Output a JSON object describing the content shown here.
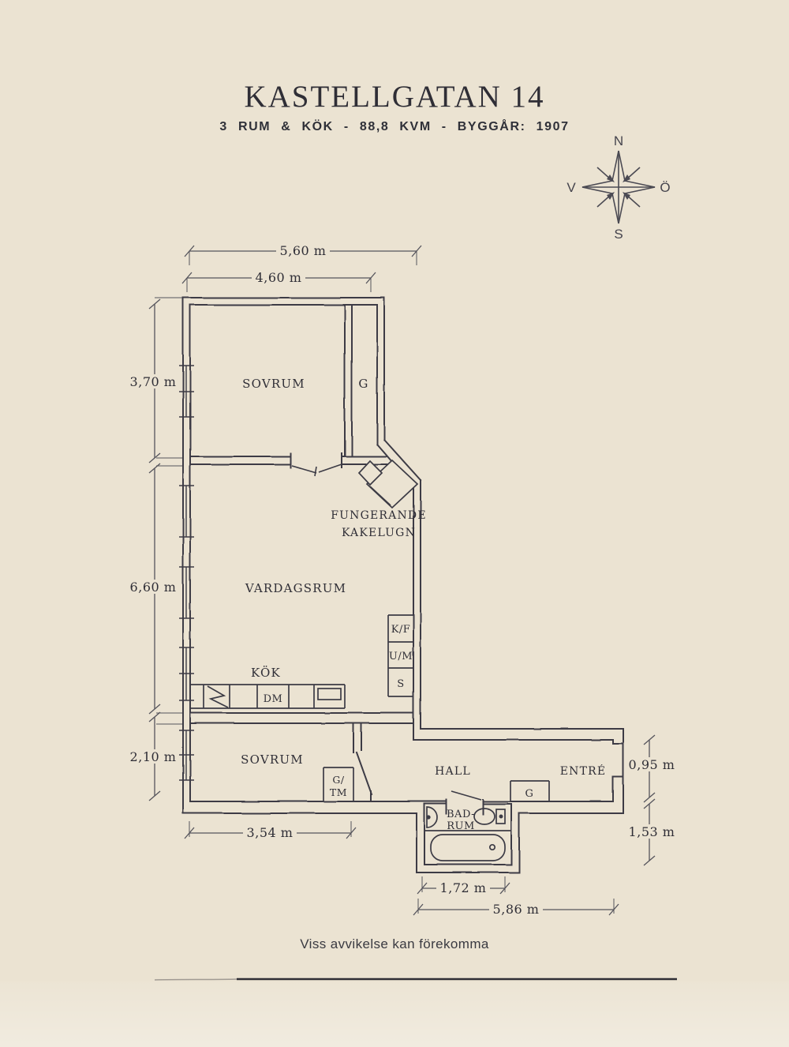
{
  "meta": {
    "title": "KASTELLGATAN 14",
    "subtitle": "3 RUM & KÖK - 88,8 KVM - BYGGÅR: 1907",
    "disclaimer": "Viss avvikelse kan förekomma"
  },
  "colors": {
    "background": "#ebe3d2",
    "ink": "#2f2e36",
    "wall": "#3c3b45",
    "dimension": "#55545c"
  },
  "compass": {
    "north": "N",
    "south": "S",
    "west": "V",
    "east": "Ö"
  },
  "rooms": {
    "bedroom_top": "SOVRUM",
    "living_room": "VARDAGSRUM",
    "kitchen": "KÖK",
    "bedroom_bottom": "SOVRUM",
    "hall": "HALL",
    "entry": "ENTRÉ",
    "bathroom_line1": "BAD-",
    "bathroom_line2": "RUM",
    "stove_label_line1": "FUNGERANDE",
    "stove_label_line2": "KAKELUGN"
  },
  "fixtures": {
    "wardrobe_bedroom_top": "G",
    "dishwasher": "DM",
    "fridge_freezer": "K/F",
    "oven_microwave": "U/M",
    "pantry": "S",
    "wardrobe_washer_line1": "G/",
    "wardrobe_washer_line2": "TM",
    "wardrobe_hall": "G"
  },
  "dimensions": {
    "top_total": "5,60 m",
    "top_bedroom": "4,60 m",
    "left_bedroom_top": "3,70 m",
    "left_living": "6,60 m",
    "left_bedroom_bottom": "2,10 m",
    "right_entry": "0,95 m",
    "right_bath": "1,53 m",
    "bottom_bedroom": "3,54 m",
    "bottom_bath": "1,72 m",
    "bottom_total": "5,86 m"
  }
}
